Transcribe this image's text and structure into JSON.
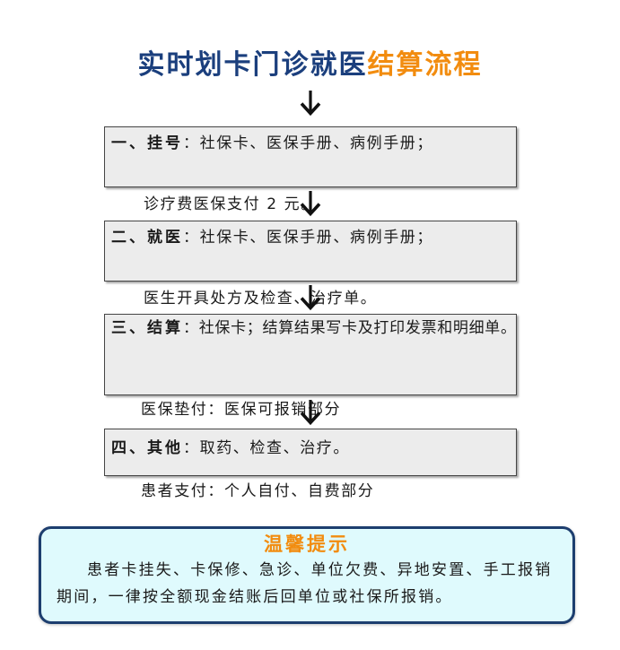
{
  "title": {
    "main": "实时划卡门诊就医",
    "accent": "结算流程"
  },
  "steps": [
    {
      "heading": "一、挂号",
      "lines": [
        "：社保卡、医保手册、病例手册；",
        "诊疗费医保支付 2 元。"
      ]
    },
    {
      "heading": "二、就医",
      "lines": [
        "：社保卡、医保手册、病例手册；",
        "医生开具处方及检查、治疗单。"
      ]
    },
    {
      "heading": "三、结算",
      "lines": [
        "：社保卡；结算结果写卡及打印发票和明细单。",
        "医保垫付：医保可报销部分",
        "患者支付：个人自付、自费部分"
      ]
    },
    {
      "heading": "四、其他",
      "lines": [
        "：取药、检查、治疗。"
      ]
    }
  ],
  "tip": {
    "title": "温馨提示",
    "lines": [
      "患者卡挂失、卡保修、急诊、单位欠费、异地安置、手工报销",
      "期间，一律按全额现金结账后回单位或社保所报销。"
    ]
  },
  "icons": {
    "flow_arrow": "down-arrow-icon"
  },
  "colors": {
    "title_blue": "#1b3f7d",
    "accent_orange": "#f28c0f",
    "step_box_bg": "#ececec",
    "step_box_border": "#454545",
    "tip_bg": "#dffafd",
    "tip_border": "#1d3e6f",
    "arrow": "#111111",
    "text": "#1a1a1a"
  }
}
